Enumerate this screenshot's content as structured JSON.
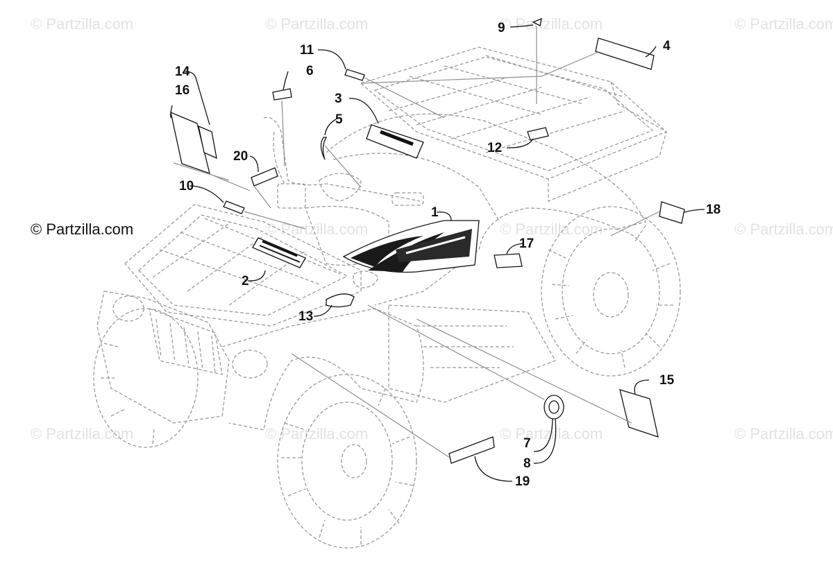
{
  "watermark": {
    "text": "© Partzilla.com"
  },
  "copyright": "© Partzilla.com",
  "callouts": [
    "1",
    "2",
    "3",
    "4",
    "5",
    "6",
    "7",
    "8",
    "9",
    "10",
    "11",
    "12",
    "13",
    "14",
    "15",
    "16",
    "17",
    "18",
    "19",
    "20"
  ],
  "colors": {
    "line": "#111111",
    "sketch": "#9a9a9a",
    "watermark": "#e2e2e2",
    "decal_dark": "#1a1a1a"
  }
}
